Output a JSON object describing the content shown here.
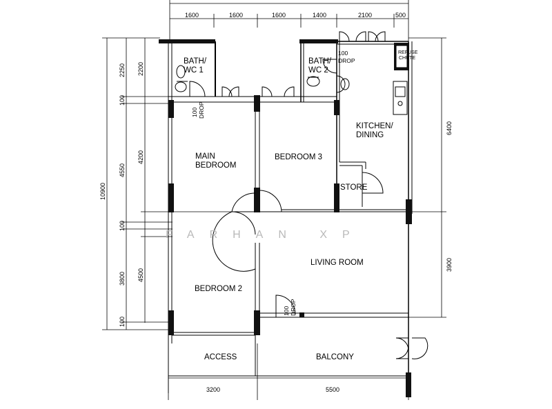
{
  "rooms": {
    "bath1_line1": "BATH/",
    "bath1_line2": "WC 1",
    "bath2_line1": "BATH/",
    "bath2_line2": "WC 2",
    "refuse_line1": "REFUSE",
    "refuse_line2": "CHUTE",
    "kitchen_line1": "KITCHEN/",
    "kitchen_line2": "DINING",
    "main_bedroom_line1": "MAIN",
    "main_bedroom_line2": "BEDROOM",
    "bedroom3": "BEDROOM 3",
    "store": "STORE",
    "living_room": "LIVING ROOM",
    "bedroom2": "BEDROOM 2",
    "access": "ACCESS",
    "balcony": "BALCONY"
  },
  "drops": {
    "bath1_num": "100",
    "bath1_word": "DROP",
    "bath2_num": "100",
    "bath2_word": "DROP",
    "living_num": "100",
    "living_word": "DROP"
  },
  "dimensions": {
    "top": [
      "1600",
      "1600",
      "1600",
      "1400",
      "2100",
      "500"
    ],
    "bottom": [
      "3200",
      "5500"
    ],
    "left_outer_total": "10900",
    "left_mid": [
      "2250",
      "100",
      "4550",
      "100",
      "3800",
      "100"
    ],
    "left_inner": [
      "2200",
      "4200",
      "4500"
    ],
    "right": [
      "6400",
      "3900"
    ]
  },
  "watermark": "FARHAN XP"
}
